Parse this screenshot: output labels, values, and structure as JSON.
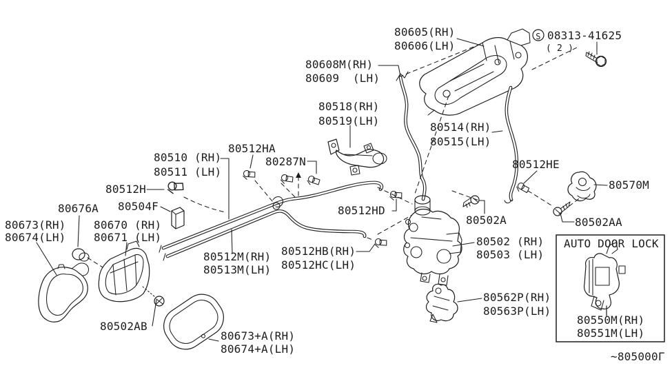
{
  "diagram": {
    "inset_title": "AUTO DOOR LOCK",
    "figure_code": "~805000Γ",
    "fastener_symbol": "S",
    "fastener_ref": "08313-41625",
    "fastener_qty": "( 2 )"
  },
  "labels": {
    "p80605": {
      "line1": "80605(RH)",
      "line2": "80606(LH)"
    },
    "p80608M": {
      "line1": "80608M(RH)",
      "line2": "80609  (LH)"
    },
    "p80518": {
      "line1": "80518(RH)",
      "line2": "80519(LH)"
    },
    "p80514": {
      "line1": "80514(RH)",
      "line2": "80515(LH)"
    },
    "p80512HA": {
      "line1": "80512HA"
    },
    "p80287N": {
      "line1": "80287N"
    },
    "p80510": {
      "line1": "80510 (RH)",
      "line2": "80511 (LH)"
    },
    "p80512H": {
      "line1": "80512H"
    },
    "p80504F": {
      "line1": "80504F"
    },
    "p80676A": {
      "line1": "80676A"
    },
    "p80673": {
      "line1": "80673(RH)",
      "line2": "80674(LH)"
    },
    "p80670": {
      "line1": "80670 (RH)",
      "line2": "80671 (LH)"
    },
    "p80512M": {
      "line1": "80512M(RH)",
      "line2": "80513M(LH)"
    },
    "p80512HB": {
      "line1": "80512HB(RH)",
      "line2": "80512HC(LH)"
    },
    "p80512HD": {
      "line1": "80512HD"
    },
    "p80512HE": {
      "line1": "80512HE"
    },
    "p80502A": {
      "line1": "80502A"
    },
    "p80502AA": {
      "line1": "80502AA"
    },
    "p80502AB": {
      "line1": "80502AB"
    },
    "p80502": {
      "line1": "80502 (RH)",
      "line2": "80503 (LH)"
    },
    "p80562P": {
      "line1": "80562P(RH)",
      "line2": "80563P(LH)"
    },
    "p80570M": {
      "line1": "80570M"
    },
    "p80550M": {
      "line1": "80550M(RH)",
      "line2": "80551M(LH)"
    },
    "p80673A": {
      "line1": "80673+A(RH)",
      "line2": "80674+A(LH)"
    }
  },
  "colors": {
    "line": "#1c1c1c",
    "background": "#ffffff"
  }
}
